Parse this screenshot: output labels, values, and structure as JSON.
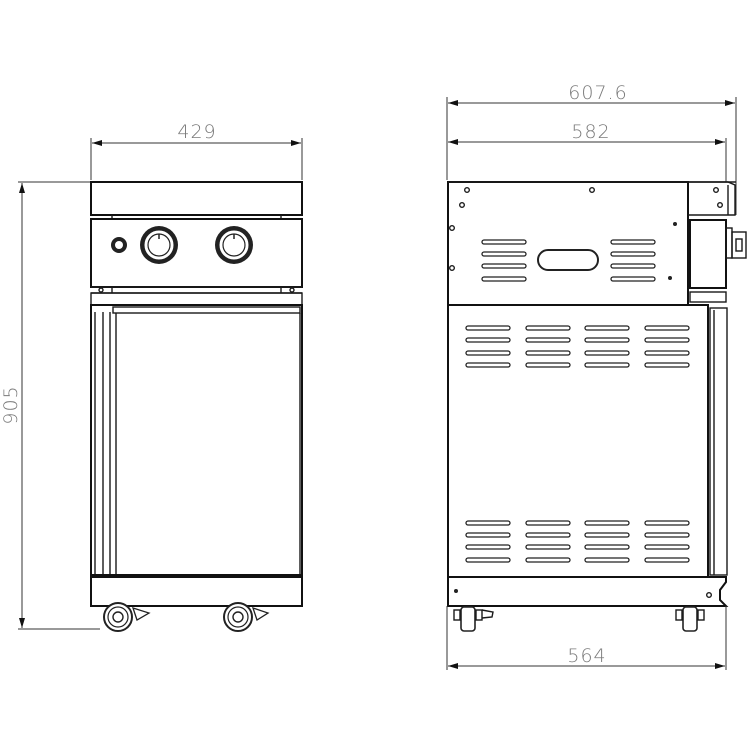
{
  "diagram": {
    "title": "Outdoor grill cart - front and side elevation dimensions",
    "units": "mm",
    "line_color": "#1a1a1a",
    "label_color": "#7a7a7a"
  },
  "front_view": {
    "width_label": "429",
    "height_label": "905",
    "knobs": 2,
    "igniter_button": 1,
    "casters": 2
  },
  "side_view": {
    "overall_depth_label": "607.6",
    "body_depth_label": "582",
    "base_depth_label": "564",
    "upper_vent_groups": 2,
    "lower_vent_groups": 8,
    "slots_per_group": 4
  }
}
